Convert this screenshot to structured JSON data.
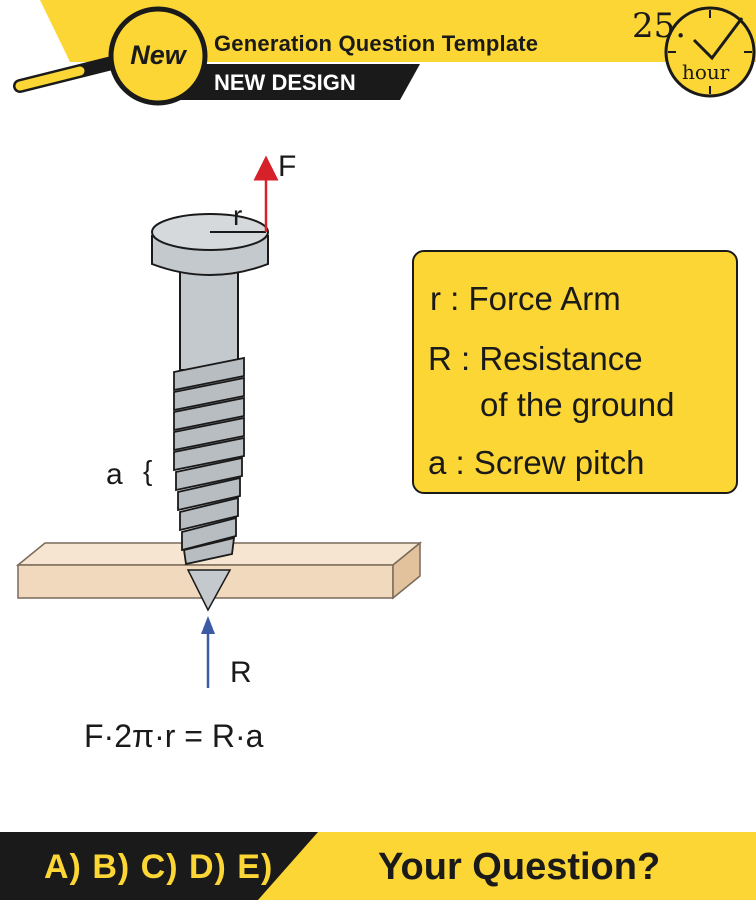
{
  "header": {
    "badge": "New",
    "title": "Generation Question Template",
    "subtitle": "NEW DESIGN",
    "clock_number": "25.",
    "clock_unit": "hour"
  },
  "diagram": {
    "label_F": "F",
    "label_r": "r",
    "label_a": "a",
    "label_brace": "{",
    "label_R": "R",
    "formula": "F·2π·r = R·a"
  },
  "legend": {
    "line1": "r  : Force Arm",
    "line2": "R : Resistance",
    "line3": "of the ground",
    "line4": "a  : Screw pitch"
  },
  "footer": {
    "options": "A) B) C) D) E)",
    "question": "Your Question?"
  },
  "colors": {
    "accent_yellow": "#fcd634",
    "dark": "#1a1a1a",
    "force_arrow": "#d6202a",
    "resistance_arrow": "#3b5ba5",
    "screw_gray": "#c4c9ce",
    "wood": "#f0d9bd"
  }
}
